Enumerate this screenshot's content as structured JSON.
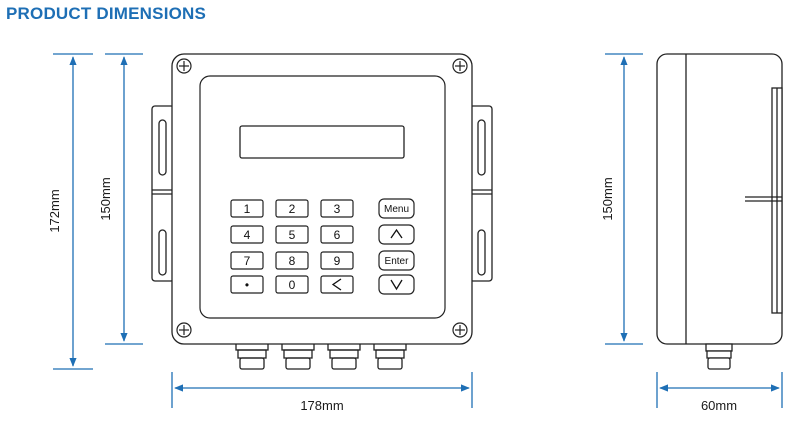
{
  "title": "PRODUCT DIMENSIONS",
  "accent_color": "#1e6fb5",
  "dimension_line_color": "#1e6fb5",
  "dimensions": {
    "overall_height": "172mm",
    "body_height": "150mm",
    "width": "178mm",
    "side_height": "150mm",
    "depth": "60mm"
  },
  "keypad": {
    "row1": [
      "1",
      "2",
      "3",
      "Menu"
    ],
    "row2": [
      "4",
      "5",
      "6",
      "^"
    ],
    "row3": [
      "7",
      "8",
      "9",
      "Enter"
    ],
    "row4": [
      "•",
      "0",
      "<",
      "V"
    ]
  }
}
